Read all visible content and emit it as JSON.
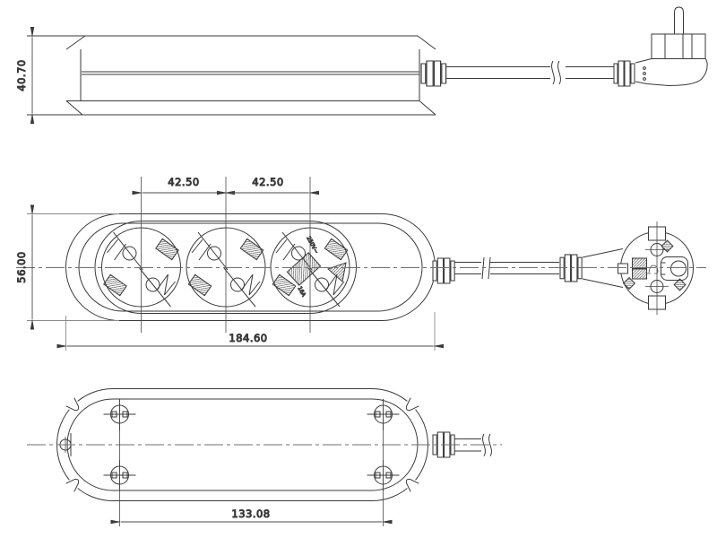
{
  "drawing": {
    "dims": {
      "height": "40.70",
      "pitch_a": "42.50",
      "pitch_b": "42.50",
      "width": "56.00",
      "length": "184.60",
      "screw_pitch": "133.08"
    },
    "markings": {
      "rating_voltage": "250V~",
      "rating_current": "16A"
    },
    "colors": {
      "line": "#3a3a3a",
      "centerline": "#6f6f6f",
      "extension": "#8a8a8a",
      "background": "#ffffff"
    }
  }
}
